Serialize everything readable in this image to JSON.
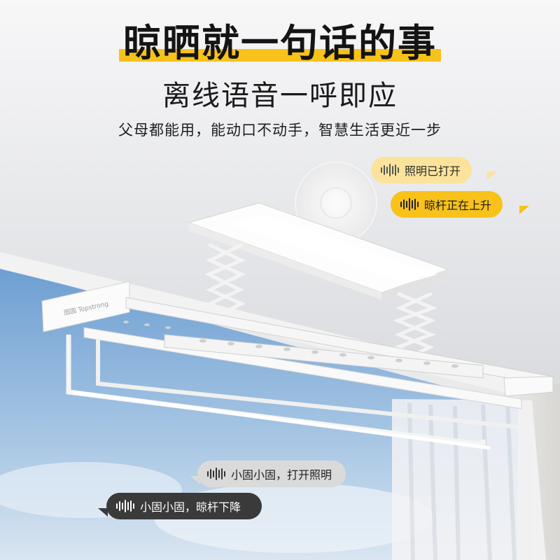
{
  "headline": {
    "title": "晾晒就一句话的事",
    "subtitle": "离线语音一呼即应",
    "tagline": "父母都能用，能动口不动手，智慧生活更近一步"
  },
  "bubbles": {
    "light_on": "照明已打开",
    "rack_rising": "晾杆正在上升",
    "cmd_light": "小固小固，打开照明",
    "cmd_lower": "小固小固，晾杆下降"
  },
  "product": {
    "brand_mark": "固固 Topstrong"
  },
  "icons": {
    "voice": "voice-wave-icon",
    "signal": "voice-signal-rings-icon"
  },
  "colors": {
    "accent_yellow": "#f8c21b",
    "light_yellow": "#fbe39b",
    "dark_bubble": "#3a3a3a",
    "gray_bubble": "#dadada"
  }
}
